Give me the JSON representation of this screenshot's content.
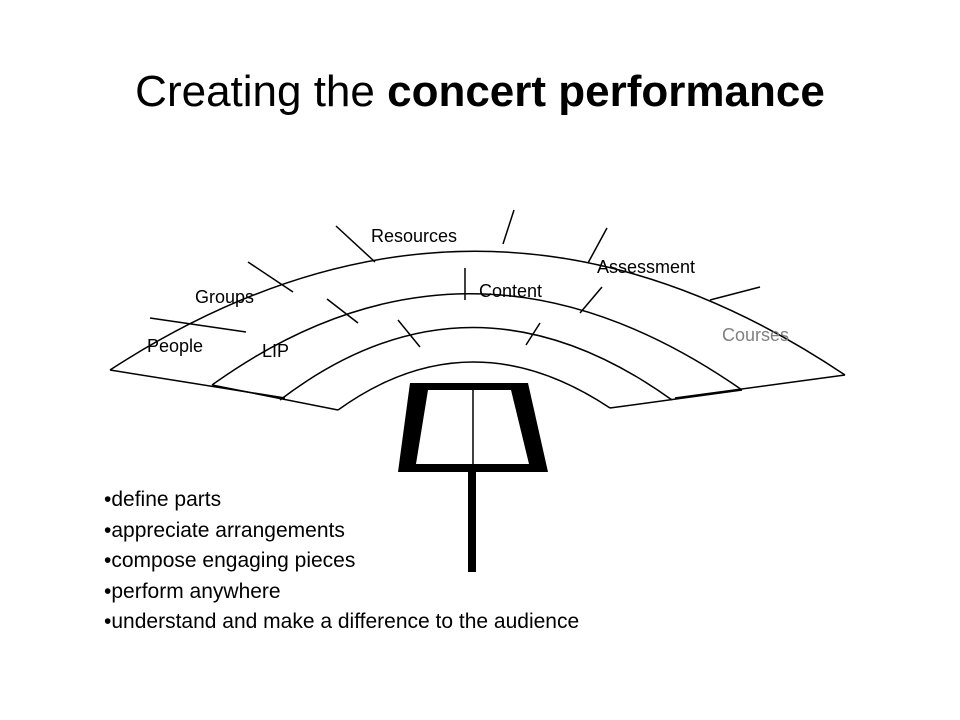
{
  "slide": {
    "title_normal": "Creating the ",
    "title_bold": "concert performance"
  },
  "diagram": {
    "labels": {
      "people": "People",
      "groups": "Groups",
      "resources": "Resources",
      "assessment": "Assessment",
      "courses": "Courses",
      "lip": "LIP",
      "content": "Content"
    },
    "colors": {
      "stroke": "#000000",
      "muted_text": "#808080"
    }
  },
  "bullets": [
    "define parts",
    "appreciate arrangements",
    "compose engaging pieces",
    "perform anywhere",
    "understand and make a difference to the audience"
  ]
}
